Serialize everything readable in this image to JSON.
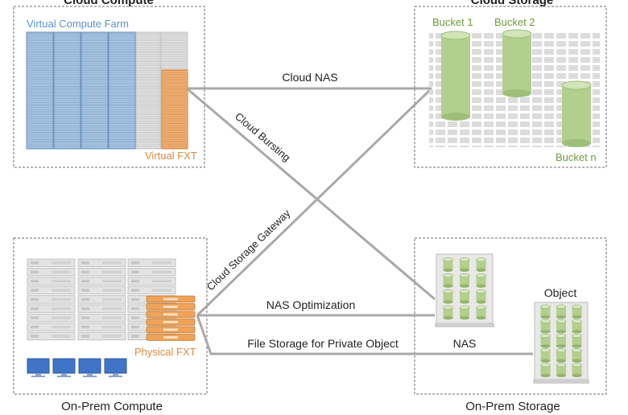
{
  "sections": {
    "cloud_compute": "Cloud Compute",
    "cloud_storage": "Cloud Storage",
    "onprem_compute": "On-Prem Compute",
    "onprem_storage": "On-Prem Storage"
  },
  "labels": {
    "virtual_compute_farm": "Virtual Compute Farm",
    "virtual_fxt": "Virtual FXT",
    "physical_fxt": "Physical FXT",
    "bucket_1": "Bucket 1",
    "bucket_2": "Bucket 2",
    "bucket_n": "Bucket n",
    "nas": "NAS",
    "object": "Object"
  },
  "connections": {
    "cloud_nas": "Cloud NAS",
    "cloud_bursting": "Cloud Bursting",
    "cloud_storage_gateway": "Cloud Storage Gateway",
    "nas_optimization": "NAS Optimization",
    "file_storage_private_object": "File Storage for Private Object"
  },
  "colors": {
    "compute_blue": "#a9c6e3",
    "compute_blue_stroke": "#6c93bd",
    "label_blue": "#5b93cc",
    "fxt_orange": "#eda35a",
    "label_orange": "#de8a3a",
    "bucket_green": "#b3cf8e",
    "label_green": "#6f9a3c",
    "line_gray": "#a9a9a9",
    "box_border": "#6e6e6e",
    "monitor_blue": "#3f74c8"
  }
}
